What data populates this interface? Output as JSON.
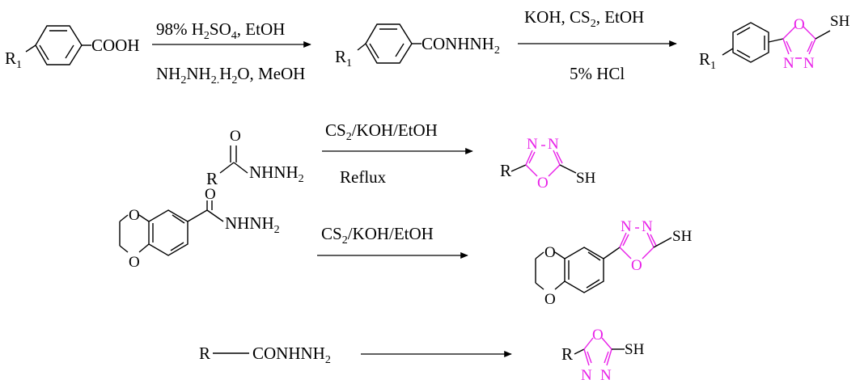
{
  "colors": {
    "ink": "#000000",
    "ring": "#e81fe8"
  },
  "scheme": {
    "row1": {
      "r1": "R",
      "r1_sub": "1",
      "cooh": "COOH",
      "reagent_top": {
        "a": "98% H",
        "b": "2",
        "c": "SO",
        "d": "4",
        "e": ", EtOH"
      },
      "reagent_bottom": {
        "a": "NH",
        "b": "2",
        "c": "NH",
        "d": "2.",
        "e": "H",
        "f": "2",
        "g": "O, MeOH"
      },
      "hydrazide_r1": "R",
      "hydrazide_r1_sub": "1",
      "hydrazide": {
        "a": "CONHNH",
        "b": "2"
      },
      "reagent2_top": {
        "a": "KOH, CS",
        "b": "2",
        "c": ", EtOH"
      },
      "reagent2_bottom": "5% HCl",
      "product_r1": "R",
      "product_r1_sub": "1",
      "o": "O",
      "n1": "N",
      "n2": "N",
      "sh": "SH"
    },
    "row2": {
      "o_carbonyl": "O",
      "r": "R",
      "nhnh": {
        "a": "NHNH",
        "b": "2"
      },
      "reagent_top": {
        "a": "CS",
        "b": "2",
        "c": "/KOH/EtOH"
      },
      "reagent_bottom": "Reflux",
      "prod_r": "R",
      "n1": "N",
      "n2": "N",
      "o": "O",
      "sh": "SH"
    },
    "row3": {
      "o_carbonyl": "O",
      "nhnh": {
        "a": "NHNH",
        "b": "2"
      },
      "o_dioxane1": "O",
      "o_dioxane2": "O",
      "reagent_top": {
        "a": "CS",
        "b": "2",
        "c": "/KOH/EtOH"
      },
      "prod_o1": "O",
      "prod_o2": "O",
      "n1": "N",
      "n2": "N",
      "o": "O",
      "sh": "SH"
    },
    "row4": {
      "r": "R",
      "conhnh": {
        "a": "CONHNH",
        "b": "2"
      },
      "prod_r": "R",
      "o": "O",
      "sh": "SH",
      "n1": "N",
      "n2": "N"
    }
  }
}
